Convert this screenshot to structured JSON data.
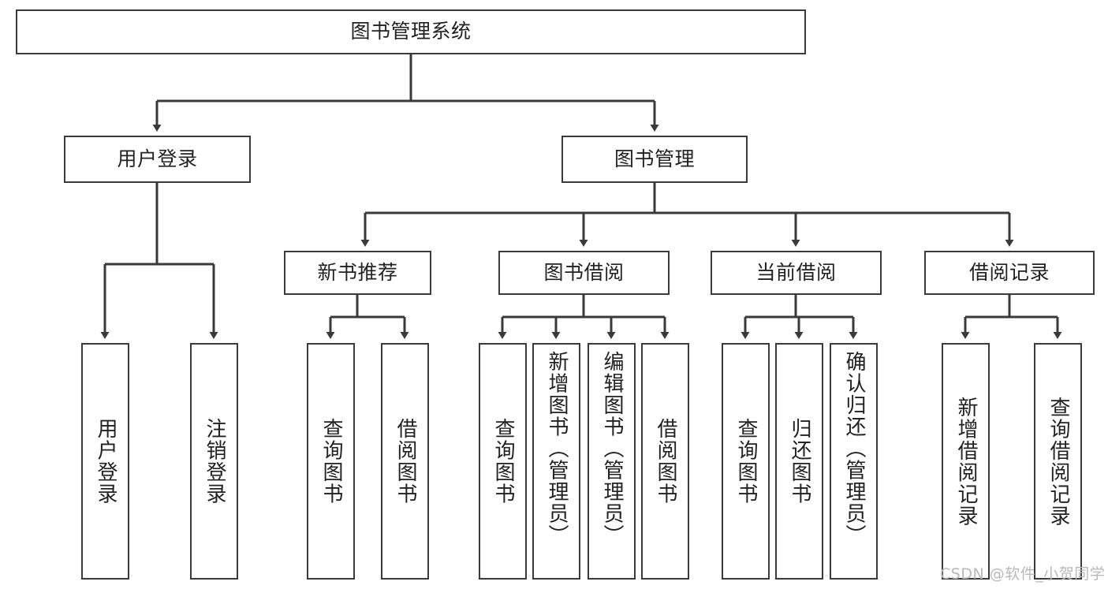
{
  "diagram": {
    "title": "图书管理系统",
    "watermark": "CSDN @软件_小贺同学",
    "colors": {
      "stroke": "#3a3a3a",
      "background": "#ffffff",
      "text": "#222222",
      "watermark": "#b9b9b9"
    },
    "root": {
      "label": "图书管理系统"
    },
    "level2": [
      {
        "label": "用户登录"
      },
      {
        "label": "图书管理"
      }
    ],
    "level3": [
      {
        "label": "新书推荐"
      },
      {
        "label": "图书借阅"
      },
      {
        "label": "当前借阅"
      },
      {
        "label": "借阅记录"
      }
    ],
    "leaves": [
      {
        "label": "用户登录",
        "parent": "用户登录"
      },
      {
        "label": "注销登录",
        "parent": "用户登录"
      },
      {
        "label": "查询图书",
        "parent": "新书推荐"
      },
      {
        "label": "借阅图书",
        "parent": "新书推荐"
      },
      {
        "label": "查询图书",
        "parent": "图书借阅"
      },
      {
        "label": "新增图书（管理员）",
        "parent": "图书借阅"
      },
      {
        "label": "编辑图书（管理员）",
        "parent": "图书借阅"
      },
      {
        "label": "借阅图书",
        "parent": "图书借阅"
      },
      {
        "label": "查询图书",
        "parent": "当前借阅"
      },
      {
        "label": "归还图书",
        "parent": "当前借阅"
      },
      {
        "label": "确认归还（管理员）",
        "parent": "当前借阅"
      },
      {
        "label": "新增借阅记录",
        "parent": "借阅记录"
      },
      {
        "label": "查询借阅记录",
        "parent": "借阅记录"
      }
    ]
  }
}
